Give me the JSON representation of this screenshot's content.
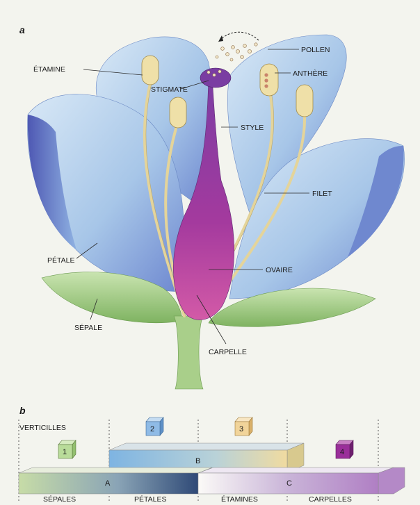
{
  "panels": {
    "a": "a",
    "b": "b"
  },
  "flower_labels": {
    "etamine": "ÉTAMINE",
    "stigmate": "STIGMATE",
    "pollen": "POLLEN",
    "anthere": "ANTHÈRE",
    "style": "STYLE",
    "filet": "FILET",
    "petale": "PÉTALE",
    "ovaire": "OVAIRE",
    "sepale": "SÉPALE",
    "carpelle": "CARPELLE"
  },
  "verticilles": {
    "title": "VERTICILLES",
    "cubes": [
      "1",
      "2",
      "3",
      "4"
    ],
    "bars": {
      "A": "A",
      "B": "B",
      "C": "C"
    },
    "whorls": [
      "SÉPALES",
      "PÉTALES",
      "ÉTAMINES",
      "CARPELLES"
    ]
  },
  "colors": {
    "petal": "#9fc2e6",
    "petal_dark": "#5f6fc0",
    "carpel": "#9b2f8f",
    "stamen": "#e8d79a",
    "sepal": "#9fcb7e",
    "cube1": "#b9dc9a",
    "cube2": "#8fbbe6",
    "cube3": "#f1d49a",
    "cube4": "#9a2f9a"
  }
}
